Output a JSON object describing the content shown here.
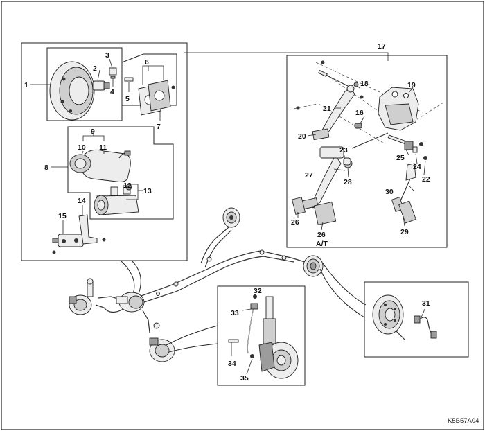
{
  "diagram_code": "K5B57A04",
  "callouts": {
    "c1": "1",
    "c2": "2",
    "c3": "3",
    "c4": "4",
    "c5": "5",
    "c6": "6",
    "c7": "7",
    "c8": "8",
    "c9": "9",
    "c10": "10",
    "c11": "11",
    "c12": "12",
    "c13": "13",
    "c14": "14",
    "c15": "15",
    "c16": "16",
    "c17": "17",
    "c18": "18",
    "c19": "19",
    "c20": "20",
    "c21": "21",
    "c22": "22",
    "c23": "23",
    "c24": "24",
    "c25": "25",
    "c26a": "26",
    "c26b": "26",
    "c27": "27",
    "c28": "28",
    "c29": "29",
    "c30": "30",
    "c31": "31",
    "c32": "32",
    "c33": "33",
    "c34": "34",
    "c35": "35",
    "at_label": "A/T"
  }
}
